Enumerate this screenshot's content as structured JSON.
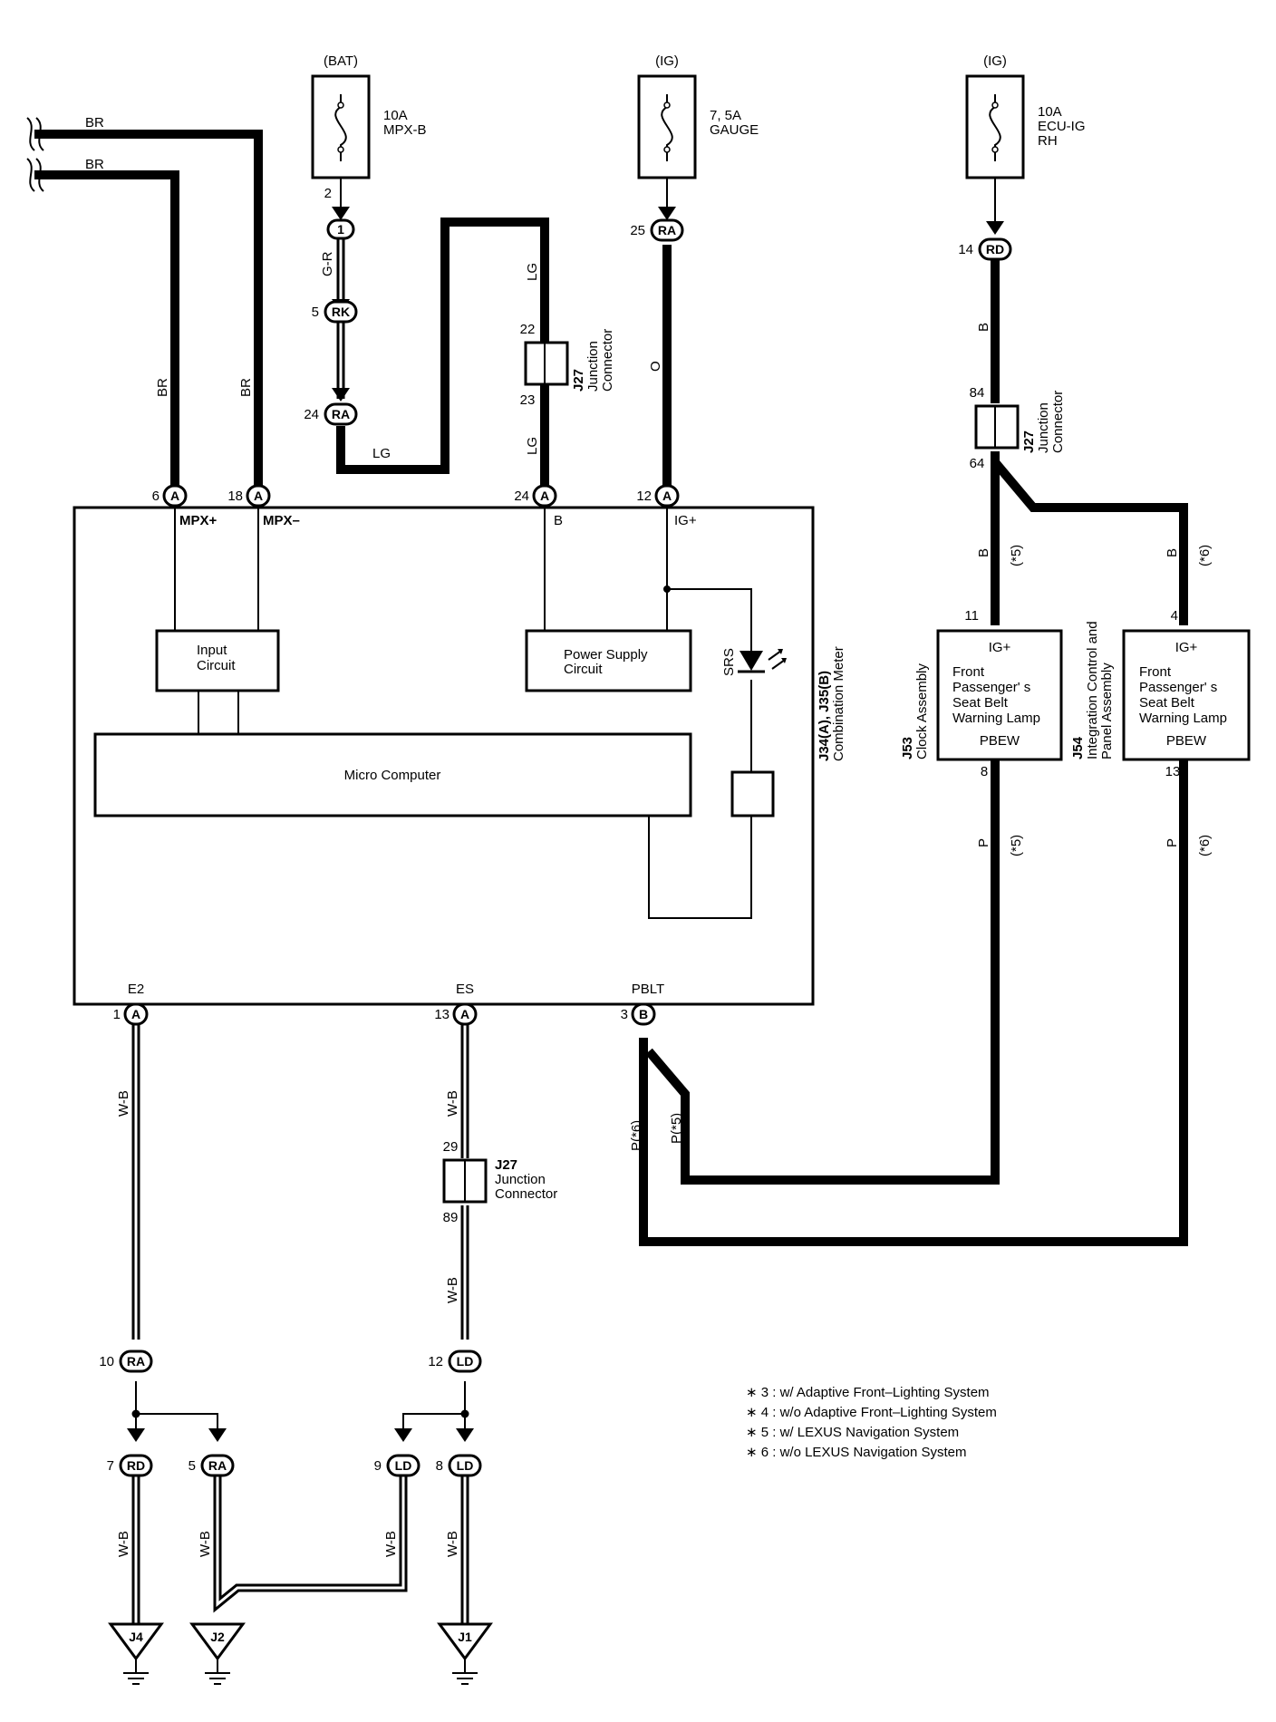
{
  "wires": {
    "br": "BR",
    "gr": "G-R",
    "lg": "LG",
    "o": "O",
    "b": "B",
    "p": "P",
    "wb": "W-B",
    "p6": "P(*6)",
    "p5": "P(*5)",
    "star5": "(*5)",
    "star6": "(*6)"
  },
  "fuses": [
    {
      "source": "(BAT)",
      "rating": "10A",
      "name": "MPX-B",
      "name2": "",
      "pin": "2"
    },
    {
      "source": "(IG)",
      "rating": "7, 5A",
      "name": "GAUGE",
      "name2": "",
      "pin": ""
    },
    {
      "source": "(IG)",
      "rating": "10A",
      "name": "ECU-IG",
      "name2": "RH",
      "pin": ""
    }
  ],
  "connectors": {
    "c1": {
      "id": "1",
      "pin": ""
    },
    "rk": {
      "id": "RK",
      "pin": "5"
    },
    "ra24": {
      "id": "RA",
      "pin": "24"
    },
    "ra25": {
      "id": "RA",
      "pin": "25"
    },
    "rd14": {
      "id": "RD",
      "pin": "14"
    },
    "a6": {
      "id": "A",
      "pin": "6"
    },
    "a18": {
      "id": "A",
      "pin": "18"
    },
    "a24": {
      "id": "A",
      "pin": "24"
    },
    "a12": {
      "id": "A",
      "pin": "12"
    },
    "a1": {
      "id": "A",
      "pin": "1"
    },
    "a13": {
      "id": "A",
      "pin": "13"
    },
    "b3": {
      "id": "B",
      "pin": "3"
    },
    "ra10": {
      "id": "RA",
      "pin": "10"
    },
    "ld12": {
      "id": "LD",
      "pin": "12"
    },
    "rd7": {
      "id": "RD",
      "pin": "7"
    },
    "ra5": {
      "id": "RA",
      "pin": "5"
    },
    "ld9": {
      "id": "LD",
      "pin": "9"
    },
    "ld8": {
      "id": "LD",
      "pin": "8"
    }
  },
  "junction": {
    "id": "J27",
    "label1": "Junction",
    "label2": "Connector",
    "pins_top": [
      "22",
      "23"
    ],
    "pins_right": [
      "84",
      "64"
    ],
    "pins_bottom": [
      "29",
      "89"
    ]
  },
  "meter": {
    "id": "J34(A), J35(B)",
    "name": "Combination Meter",
    "terminals": {
      "mpx_plus": "MPX+",
      "mpx_minus": "MPX–",
      "b": "B",
      "ig_plus": "IG+",
      "e2": "E2",
      "es": "ES",
      "pblt": "PBLT"
    },
    "input_circuit": [
      "Input",
      "Circuit"
    ],
    "power_supply": [
      "Power Supply",
      "Circuit"
    ],
    "micro": "Micro Computer",
    "srs": "SRS"
  },
  "clock": {
    "id": "J53",
    "name": "Clock Assembly",
    "ig": "IG+",
    "lamp": [
      "Front",
      "Passenger' s",
      "Seat Belt",
      "Warning Lamp"
    ],
    "pbew": "PBEW",
    "pin_in": "11",
    "pin_out": "8"
  },
  "panel": {
    "id": "J54",
    "name1": "Integration Control and",
    "name2": "Panel Assembly",
    "ig": "IG+",
    "lamp": [
      "Front",
      "Passenger' s",
      "Seat Belt",
      "Warning Lamp"
    ],
    "pbew": "PBEW",
    "pin_in": "4",
    "pin_out": "13"
  },
  "grounds": [
    "J4",
    "J2",
    "J1"
  ],
  "notes": [
    "∗ 3 : w/ Adaptive Front–Lighting System",
    "∗ 4 : w/o Adaptive Front–Lighting System",
    "∗ 5 : w/ LEXUS Navigation System",
    "∗ 6 : w/o LEXUS Navigation System"
  ]
}
